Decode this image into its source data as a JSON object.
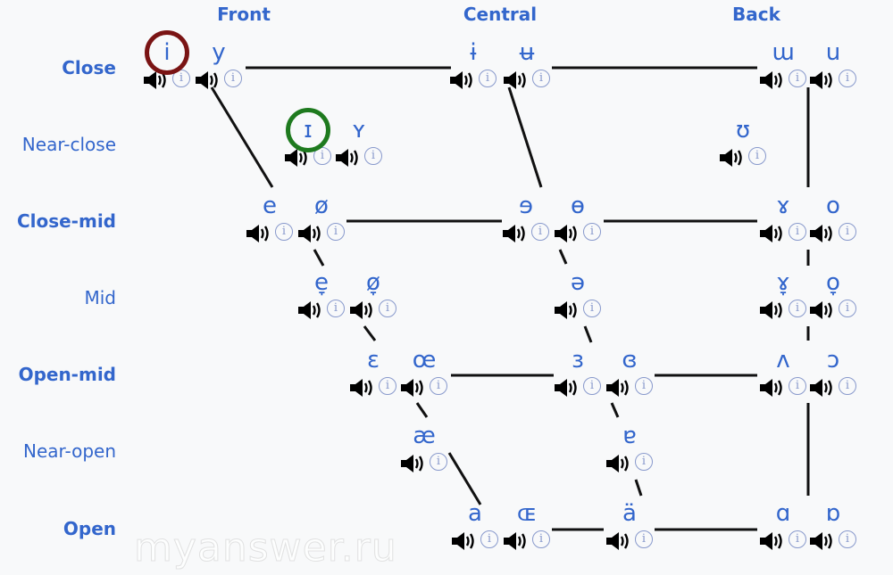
{
  "columns": [
    "Front",
    "Central",
    "Back"
  ],
  "rows": [
    "Close",
    "Near-close",
    "Close-mid",
    "Mid",
    "Open-mid",
    "Near-open",
    "Open"
  ],
  "vowels": [
    "i",
    "y",
    "ɨ",
    "ʉ",
    "ɯ",
    "u",
    "ɪ",
    "ʏ",
    "ʊ",
    "e",
    "ø",
    "ɘ",
    "ɵ",
    "ɤ",
    "o",
    "e̞",
    "ø̞",
    "ə",
    "ɤ̞",
    "o̞",
    "ɛ",
    "œ",
    "ɜ",
    "ɞ",
    "ʌ",
    "ɔ",
    "æ",
    "ɐ",
    "a",
    "ɶ",
    "ä",
    "ɑ",
    "ɒ"
  ],
  "info_glyph": "i",
  "highlight_colors": {
    "i": "#7a1414",
    "ɪ": "#1e7a1e"
  },
  "text_color": "#3366cc",
  "watermark": "myanswer.ru"
}
